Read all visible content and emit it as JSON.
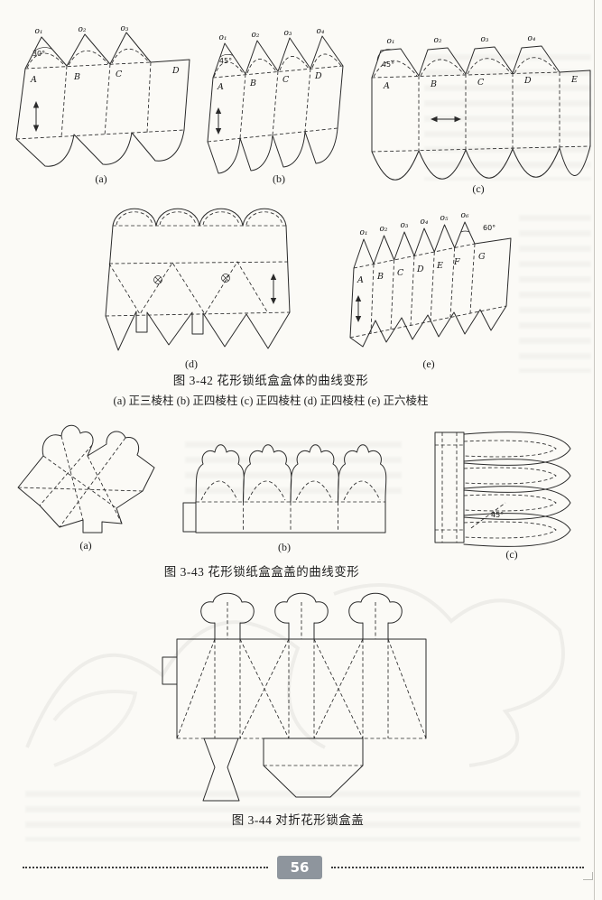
{
  "page": {
    "number": "56"
  },
  "fig42": {
    "caption": "图 3-42  花形锁纸盒盒体的曲线变形",
    "subcaption": "(a) 正三棱柱  (b) 正四棱柱  (c) 正四棱柱  (d) 正四棱柱  (e) 正六棱柱",
    "a": {
      "sublabel": "(a)",
      "angle": "30°",
      "o_labels": [
        "o₁",
        "o₂",
        "o₃"
      ],
      "panel_labels": [
        "A",
        "B",
        "C",
        "D"
      ]
    },
    "b": {
      "sublabel": "(b)",
      "angle": "45°",
      "o_labels": [
        "o₁",
        "o₂",
        "o₃",
        "o₄"
      ],
      "panel_labels": [
        "A",
        "B",
        "C",
        "D"
      ]
    },
    "c": {
      "sublabel": "(c)",
      "angle": "45°",
      "o_labels": [
        "o₁",
        "o₂",
        "o₃",
        "o₄"
      ],
      "panel_labels": [
        "A",
        "B",
        "C",
        "D",
        "E"
      ]
    },
    "d": {
      "sublabel": "(d)"
    },
    "e": {
      "sublabel": "(e)",
      "angle": "60°",
      "o_labels": [
        "o₁",
        "o₂",
        "o₃",
        "o₄",
        "o₅",
        "o₆"
      ],
      "panel_labels": [
        "A",
        "B",
        "C",
        "D",
        "E",
        "F",
        "G"
      ]
    }
  },
  "fig43": {
    "caption": "图 3-43  花形锁纸盒盒盖的曲线变形",
    "a": {
      "sublabel": "(a)"
    },
    "b": {
      "sublabel": "(b)"
    },
    "c": {
      "sublabel": "(c)",
      "angle": "45°"
    }
  },
  "fig44": {
    "caption": "图 3-44  对折花形锁盒盖"
  }
}
